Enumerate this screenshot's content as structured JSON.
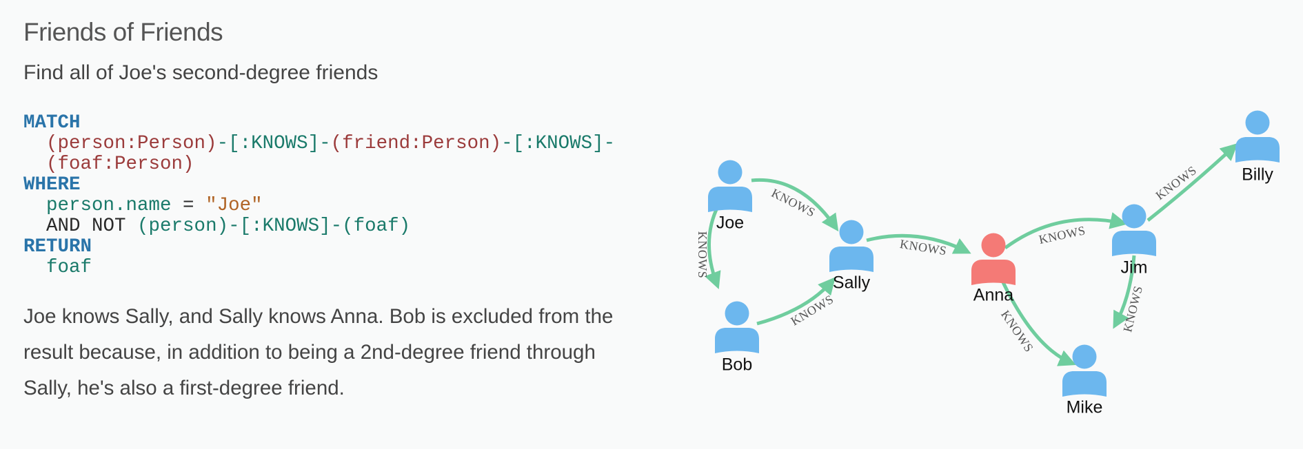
{
  "heading": {
    "title": "Friends of Friends",
    "subtitle": "Find all of Joe's second-degree friends"
  },
  "query": {
    "match_kw": "MATCH",
    "line2_person": "(person:Person)",
    "line2_rel1": "-[:KNOWS]-",
    "line2_friend": "(friend:Person)",
    "line2_rel2": "-[:KNOWS]-",
    "line3_foaf": "(foaf:Person)",
    "where_kw": "WHERE",
    "cond_prop": "person.name",
    "cond_eq": " = ",
    "cond_val": "\"Joe\"",
    "and_not": "AND NOT ",
    "not_person": "(person)",
    "not_rel": "-[:KNOWS]-",
    "not_foaf": "(foaf)",
    "return_kw": "RETURN",
    "return_val": "foaf"
  },
  "description": "Joe knows Sally, and Sally knows Anna. Bob is excluded from the result because, in addition to being a 2nd-degree friend through Sally, he's also a first-degree friend.",
  "graph": {
    "colors": {
      "node": "#6cb7ee",
      "highlight": "#f47a76",
      "edge": "#6fcd9e"
    },
    "nodes": [
      {
        "id": "joe",
        "label": "Joe",
        "highlight": false
      },
      {
        "id": "bob",
        "label": "Bob",
        "highlight": false
      },
      {
        "id": "sally",
        "label": "Sally",
        "highlight": false
      },
      {
        "id": "anna",
        "label": "Anna",
        "highlight": true
      },
      {
        "id": "jim",
        "label": "Jim",
        "highlight": false
      },
      {
        "id": "mike",
        "label": "Mike",
        "highlight": false
      },
      {
        "id": "billy",
        "label": "Billy",
        "highlight": false
      }
    ],
    "edges": [
      {
        "from": "joe",
        "to": "sally",
        "label": "KNOWS"
      },
      {
        "from": "joe",
        "to": "bob",
        "label": "KNOWS"
      },
      {
        "from": "bob",
        "to": "sally",
        "label": "KNOWS"
      },
      {
        "from": "sally",
        "to": "anna",
        "label": "KNOWS"
      },
      {
        "from": "anna",
        "to": "jim",
        "label": "KNOWS"
      },
      {
        "from": "anna",
        "to": "mike",
        "label": "KNOWS"
      },
      {
        "from": "jim",
        "to": "mike",
        "label": "KNOWS"
      },
      {
        "from": "jim",
        "to": "billy",
        "label": "KNOWS"
      }
    ]
  }
}
